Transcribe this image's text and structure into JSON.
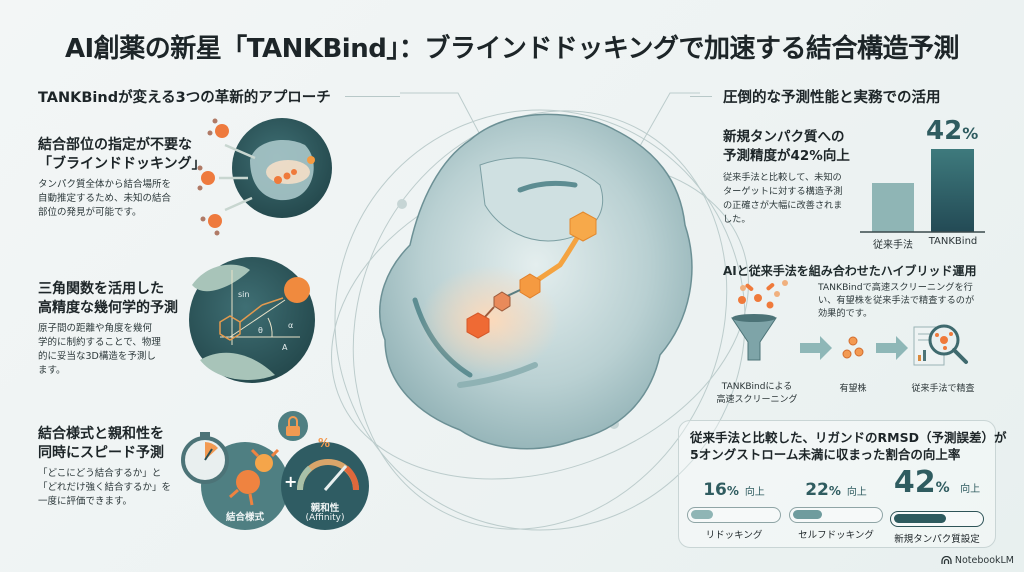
{
  "title": "AI創薬の新星「TANKBind」：ブラインドドッキングで加速する結合構造予測",
  "left_section": {
    "heading": "TANKBindが変える3つの革新的アプローチ",
    "items": [
      {
        "title_line1": "結合部位の指定が不要な",
        "title_line2": "「ブラインドドッキング」",
        "desc_lines": [
          "タンパク質全体から結合場所を",
          "自動推定するため、未知の結合",
          "部位の発見が可能です。"
        ],
        "icon": "protein-binding-icon"
      },
      {
        "title_line1": "三角関数を活用した",
        "title_line2": "高精度な幾何学的予測",
        "desc_lines": [
          "原子間の距離や角度を幾何",
          "学的に制約することで、物理",
          "的に妥当な3D構造を予測し",
          "ます。"
        ],
        "icon": "trigonometry-icon",
        "icon_labels": [
          "sin",
          "θ",
          "α",
          "A"
        ]
      },
      {
        "title_line1": "結合様式と親和性を",
        "title_line2": "同時にスピード予測",
        "desc_lines": [
          "「どこにどう結合するか」と",
          "「どれだけ強く結合するか」を",
          "一度に評価できます。"
        ],
        "icon": "stopwatch-icon",
        "binding_label": "結合様式",
        "plus": "+",
        "affinity_label_1": "親和性",
        "affinity_label_2": "(Affinity)",
        "percent_symbol": "%"
      }
    ]
  },
  "right_section": {
    "heading": "圧倒的な予測性能と実務での活用",
    "accuracy": {
      "title_line1": "新規タンパク質への",
      "title_line2": "予測精度が42%向上",
      "desc_lines": [
        "従来手法と比較して、未知の",
        "ターゲットに対する構造予測",
        "の正確さが大幅に改善されま",
        "した。"
      ],
      "big_value": "42",
      "big_unit": "%"
    },
    "hybrid": {
      "heading": "AIと従来手法を組み合わせたハイブリッド運用",
      "desc_lines": [
        "TANKBindで高速スクリーニングを行",
        "い、有望株を従来手法で精査するのが",
        "効果的です。"
      ],
      "steps": [
        {
          "label_line1": "TANKBindによる",
          "label_line2": "高速スクリーニング",
          "icon": "funnel-icon"
        },
        {
          "label_line1": "有望株",
          "label_line2": "",
          "icon": "molecules-icon"
        },
        {
          "label_line1": "従来手法で精査",
          "label_line2": "",
          "icon": "magnifier-report-icon"
        }
      ]
    },
    "rmsd": {
      "title_line1": "従来手法と比較した、リガンドのRMSD（予測誤差）が",
      "title_line2": "5オングストローム未満に収まった割合の向上率",
      "suffix": "向上",
      "metrics": [
        {
          "value": "16",
          "unit": "%",
          "label": "リドッキング",
          "fill_pct": 16
        },
        {
          "value": "22",
          "unit": "%",
          "label": "セルフドッキング",
          "fill_pct": 22
        },
        {
          "value": "42",
          "unit": "%",
          "label": "新規タンパク質設定",
          "fill_pct": 42
        }
      ]
    }
  },
  "chart_data": {
    "type": "bar",
    "title": "新規タンパク質への予測精度",
    "categories": [
      "従来手法",
      "TANKBind"
    ],
    "values": [
      58,
      100
    ],
    "annotation": "42%",
    "xlabel": "",
    "ylabel": "",
    "grid": false
  },
  "rmsd_chart": {
    "type": "bar",
    "categories": [
      "リドッキング",
      "セルフドッキング",
      "新規タンパク質設定"
    ],
    "values": [
      16,
      22,
      42
    ],
    "unit": "% 向上"
  },
  "brand": "NotebookLM",
  "colors": {
    "teal_dark": "#2a5458",
    "teal_mid": "#4f8287",
    "teal_light": "#94b9ba",
    "orange": "#ef7a3b",
    "background": "#eef3f3"
  }
}
